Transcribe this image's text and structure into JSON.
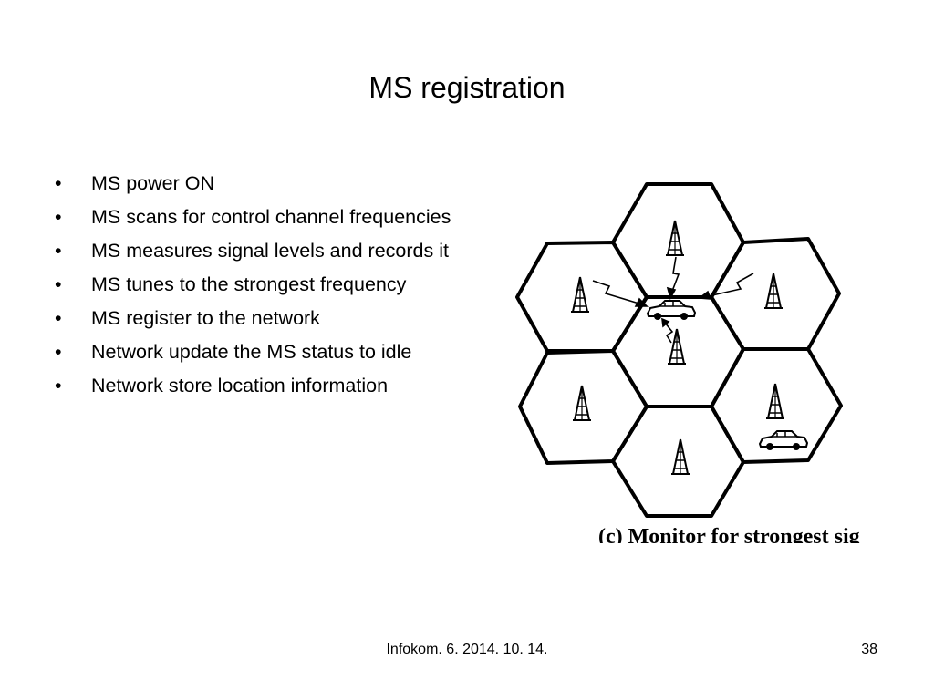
{
  "slide": {
    "title": "MS registration",
    "bullets": [
      {
        "marker": "•",
        "text": "MS power ON"
      },
      {
        "marker": "•",
        "text": "MS scans for control channel frequencies"
      },
      {
        "marker": "•",
        "text": "MS measures signal levels and records it"
      },
      {
        "marker": "•",
        "text": "MS tunes to the strongest frequency"
      },
      {
        "marker": "•",
        "text": "MS register to the network"
      },
      {
        "marker": "•",
        "text": "Network update the MS status to idle"
      },
      {
        "marker": "•",
        "text": "Network store location information"
      }
    ]
  },
  "figure": {
    "caption": "(c) Monitor for strongest sig",
    "icons": [
      "hexagon-cell",
      "antenna-tower-icon",
      "car-icon",
      "signal-arrow"
    ]
  },
  "footer": {
    "date": "Infokom. 6. 2014. 10. 14.",
    "page_number": "38"
  }
}
